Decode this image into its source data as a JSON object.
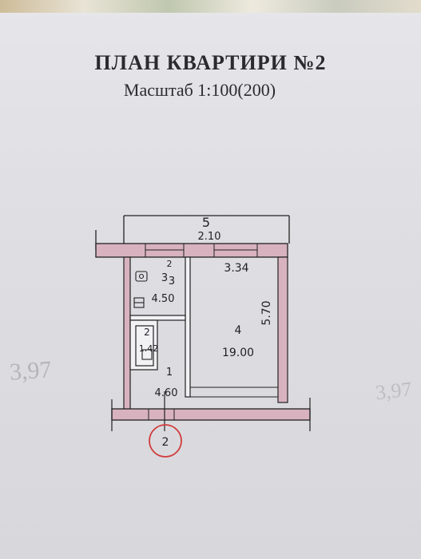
{
  "header": {
    "title": "ПЛАН КВАРТИРИ №2",
    "scale": "Масштаб 1:100(200)"
  },
  "margin_notes": {
    "left": "3,97",
    "right": "3,97"
  },
  "plan": {
    "dimension_top_number": "5",
    "dimension_top_value": "2.10",
    "room_width": "3.34",
    "room_height": "5.70",
    "rooms": [
      {
        "number": "1",
        "area": "4.60"
      },
      {
        "number": "2",
        "area": "1.42"
      },
      {
        "number": "3",
        "area": "4.50"
      },
      {
        "number": "4",
        "area": "19.00"
      }
    ],
    "small_dim_2": "2",
    "small_dim_3": "3",
    "axis_marker": "2"
  }
}
